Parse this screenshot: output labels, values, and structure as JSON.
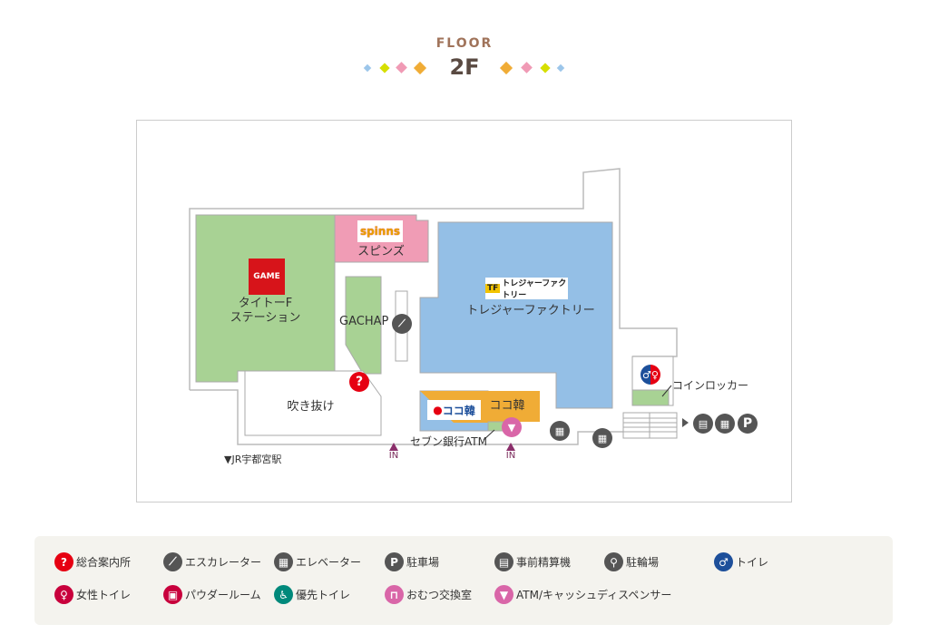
{
  "header": {
    "floor_label": "FLOOR",
    "floor_number": "2F"
  },
  "colors": {
    "diamonds": [
      "#9cc6ea",
      "#d6df00",
      "#f09ab5",
      "#f0ac36"
    ]
  },
  "map": {
    "shops": {
      "game": {
        "logo": "GAME",
        "name": "タイトーF\nステーション"
      },
      "spinns": {
        "logo": "spinns",
        "name": "スピンズ"
      },
      "gachap": {
        "name": "GACHAP"
      },
      "treasure": {
        "logo": "トレジャーファクトリー",
        "logo_mark": "TF",
        "name": "トレジャーファクトリー"
      },
      "atrium": {
        "name": "吹き抜け"
      },
      "koko": {
        "logo": "ココ韓",
        "name": "ココ韓"
      }
    },
    "labels": {
      "atm": "セブン銀行ATM",
      "locker": "コインロッカー",
      "jr": "▼JR宇都宮駅",
      "entrance": "IN"
    }
  },
  "legend": [
    {
      "icon": "info-icon",
      "label": "総合案内所",
      "color": "#e60012",
      "glyph": "?"
    },
    {
      "icon": "escalator-icon",
      "label": "エスカレーター",
      "color": "#555",
      "glyph": "⟋"
    },
    {
      "icon": "elevator-icon",
      "label": "エレベーター",
      "color": "#555",
      "glyph": "▦"
    },
    {
      "icon": "parking-icon",
      "label": "駐車場",
      "color": "#555",
      "glyph": "P"
    },
    {
      "icon": "payment-machine-icon",
      "label": "事前精算機",
      "color": "#555",
      "glyph": "▤"
    },
    {
      "icon": "bicycle-icon",
      "label": "駐輪場",
      "color": "#555",
      "glyph": "⚲"
    },
    {
      "icon": "toilet-icon",
      "label": "トイレ",
      "color": "#1d4f9a",
      "glyph": "♂"
    },
    {
      "icon": "women-toilet-icon",
      "label": "女性トイレ",
      "color": "#c8003c",
      "glyph": "♀"
    },
    {
      "icon": "powder-room-icon",
      "label": "パウダールーム",
      "color": "#c8003c",
      "glyph": "▣"
    },
    {
      "icon": "accessible-toilet-icon",
      "label": "優先トイレ",
      "color": "#00897b",
      "glyph": "♿"
    },
    {
      "icon": "baby-changing-icon",
      "label": "おむつ交換室",
      "color": "#d966a8",
      "glyph": "⊓"
    },
    {
      "icon": "atm-icon",
      "label": "ATM/キャッシュディスペンサー",
      "color": "#d966a8",
      "glyph": "▼"
    }
  ]
}
